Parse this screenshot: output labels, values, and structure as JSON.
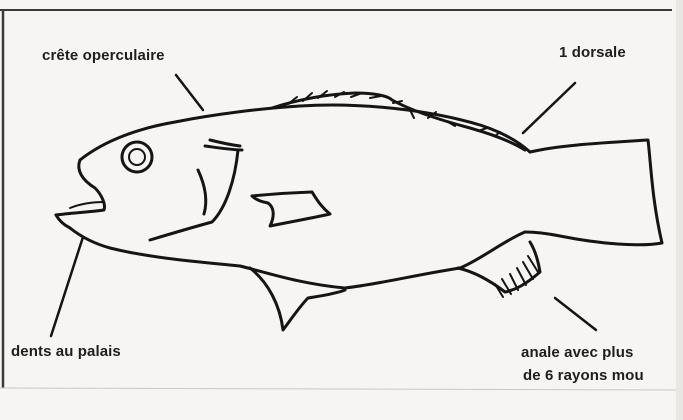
{
  "labels": {
    "crete_operculaire": "crête operculaire",
    "dorsale": "1 dorsale",
    "dents_palais": "dents au palais",
    "anale_line1": "anale avec plus",
    "anale_line2": "de 6 rayons mou"
  },
  "colors": {
    "ink": "#151515",
    "paper": "#f6f5f3",
    "frame": "#3a3a3a"
  }
}
